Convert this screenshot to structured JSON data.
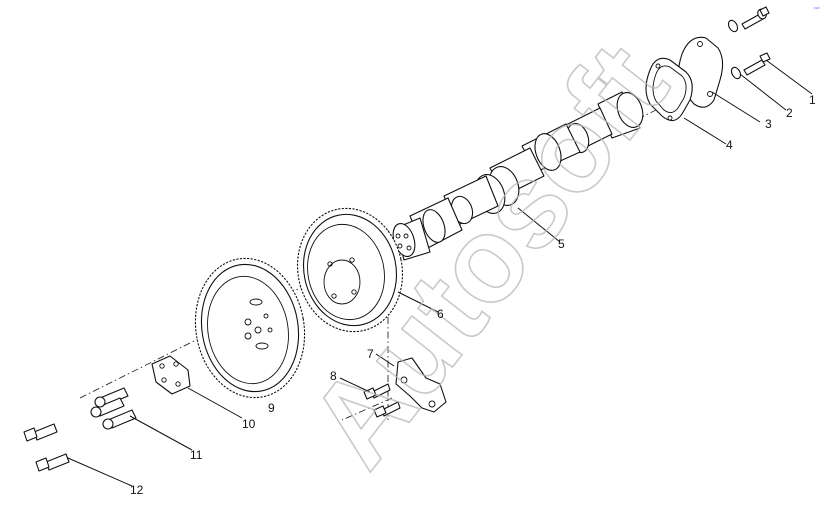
{
  "diagram": {
    "callouts": [
      {
        "id": "1",
        "part": "bolt"
      },
      {
        "id": "2",
        "part": "lock-washer"
      },
      {
        "id": "3",
        "part": "cover-plate"
      },
      {
        "id": "4",
        "part": "gasket"
      },
      {
        "id": "5",
        "part": "camshaft"
      },
      {
        "id": "6",
        "part": "camshaft-gear"
      },
      {
        "id": "7",
        "part": "bracket"
      },
      {
        "id": "8",
        "part": "bolt"
      },
      {
        "id": "9",
        "part": "idler-gear"
      },
      {
        "id": "10",
        "part": "plate"
      },
      {
        "id": "11",
        "part": "bolt-set"
      },
      {
        "id": "12",
        "part": "bolt"
      }
    ],
    "watermark": "Autosoft",
    "corner_mark": "ᵖᵉᵈ"
  }
}
